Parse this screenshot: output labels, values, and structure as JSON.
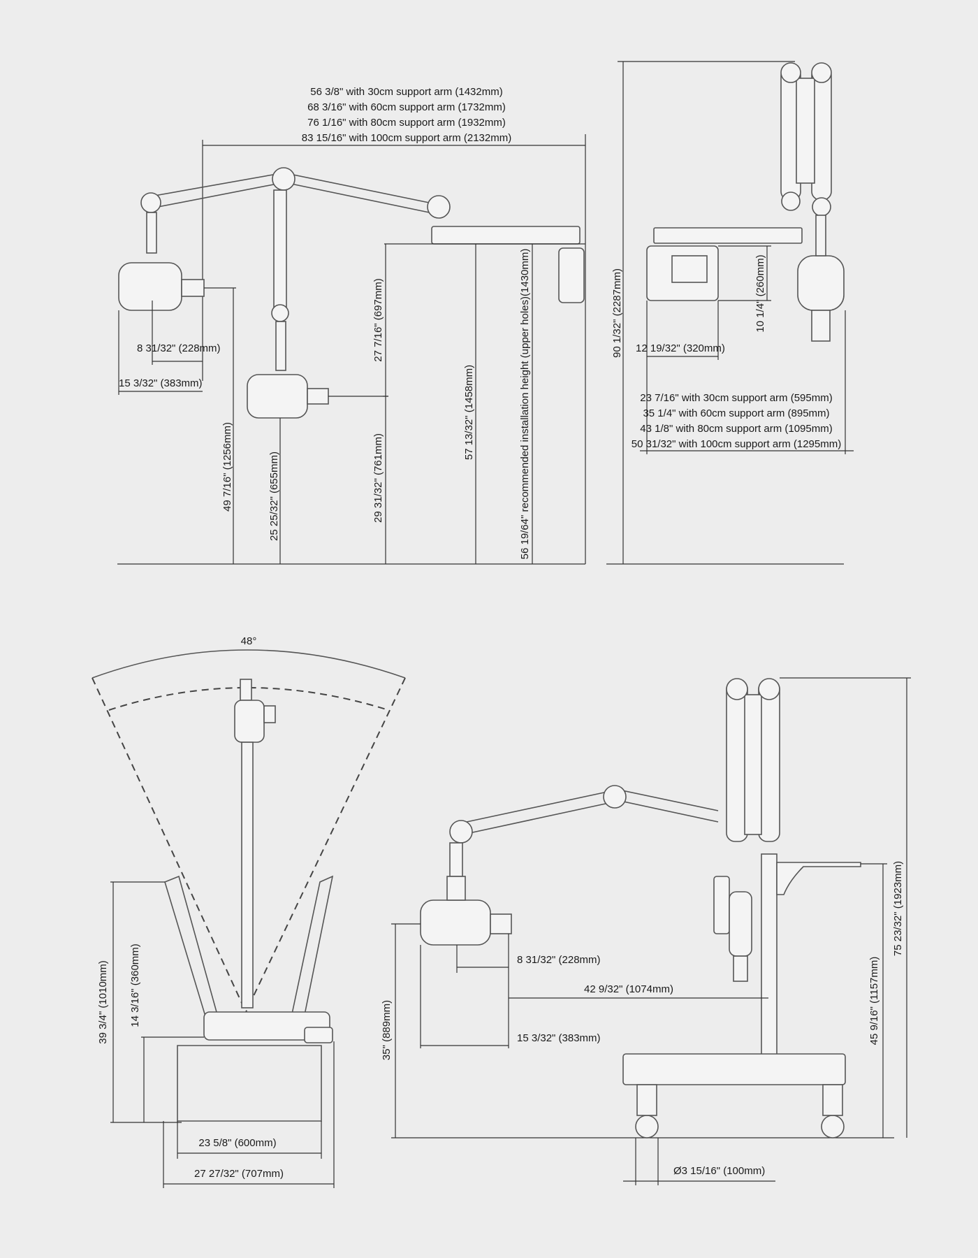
{
  "colors": {
    "background": "#ededed",
    "line": "#333333",
    "part_fill": "#f4f4f4"
  },
  "view_front": {
    "reach_30": "56 3/8\" with 30cm support arm (1432mm)",
    "reach_60": "68 3/16\" with 60cm support arm (1732mm)",
    "reach_80": "76 1/16\" with 80cm support arm (1932mm)",
    "reach_100": "83 15/16\" with 100cm support arm (2132mm)",
    "head_short": "8 31/32\" (228mm)",
    "head_long": "15 3/32\" (383mm)",
    "height_left": "49 7/16\" (1256mm)",
    "height_low_head": "25 25/32\" (655mm)",
    "arm_drop": "27 7/16\" (697mm)",
    "arm_lower": "29 31/32\" (761mm)",
    "bracket_height": "57 13/32\" (1458mm)",
    "install_height": "56 19/64\" recommended installation height (upper holes)(1430mm)"
  },
  "view_side": {
    "total_height": "90 1/32\" (2287mm)",
    "box_height": "10 1/4\" (260mm)",
    "box_width": "12 19/32\" (320mm)",
    "depth_30": "23 7/16\" with 30cm support arm (595mm)",
    "depth_60": "35 1/4\" with 60cm support arm (895mm)",
    "depth_80": "43 1/8\" with 80cm support arm (1095mm)",
    "depth_100": "50 31/32\" with 100cm support arm (1295mm)"
  },
  "view_rotation": {
    "angle": "48°",
    "height_base": "39 3/4\" (1010mm)",
    "height_step": "14 3/16\" (360mm)",
    "width_inner": "23 5/8\" (600mm)",
    "width_outer": "27 27/32\" (707mm)"
  },
  "view_mobile": {
    "head_short": "8 31/32\" (228mm)",
    "reach": "42 9/32\" (1074mm)",
    "head_long": "15 3/32\" (383mm)",
    "height_head": "35\" (889mm)",
    "height_mid": "45 9/16\" (1157mm)",
    "height_total": "75 23/32\" (1923mm)",
    "wheel": "Ø3 15/16\" (100mm)"
  }
}
